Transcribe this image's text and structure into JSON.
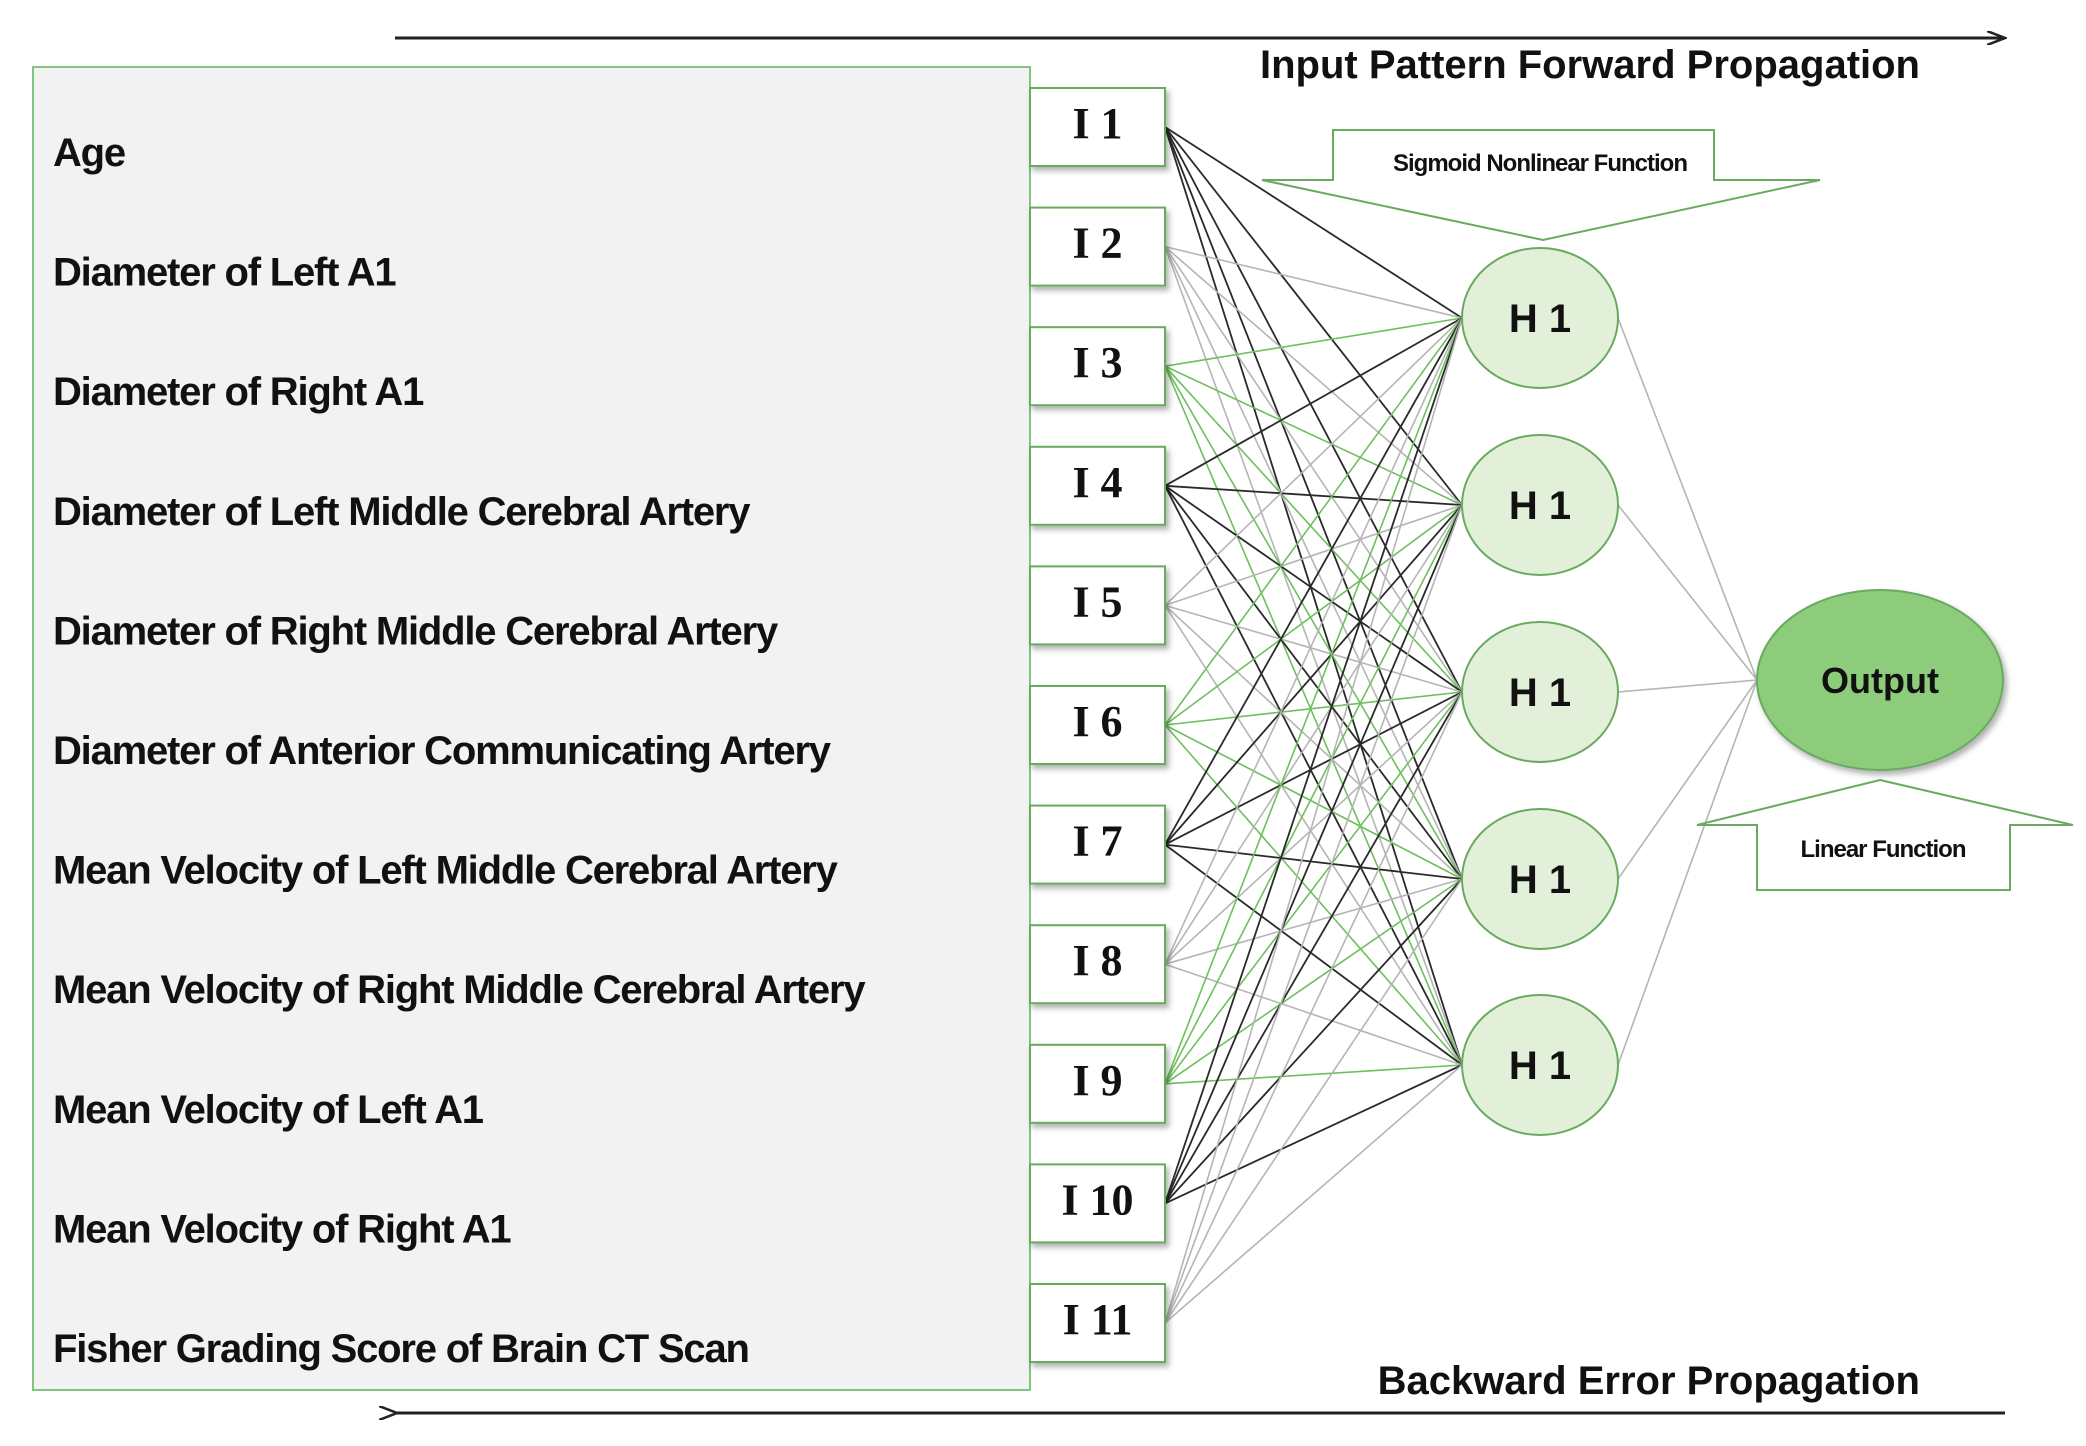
{
  "top_arrow_label": "Input Pattern Forward Propagation",
  "bottom_arrow_label": "Backward Error Propagation",
  "hidden_activation_label": "Sigmoid Nonlinear Function",
  "output_activation_label": "Linear Function",
  "inputs": [
    {
      "feature": "Age",
      "node": "I 1"
    },
    {
      "feature": "Diameter of Left A1",
      "node": "I 2"
    },
    {
      "feature": "Diameter of Right A1",
      "node": "I 3"
    },
    {
      "feature": "Diameter of Left Middle Cerebral Artery",
      "node": "I 4"
    },
    {
      "feature": "Diameter of Right Middle Cerebral Artery",
      "node": "I 5"
    },
    {
      "feature": "Diameter of Anterior Communicating Artery",
      "node": "I 6"
    },
    {
      "feature": "Mean Velocity of Left Middle Cerebral Artery",
      "node": "I 7"
    },
    {
      "feature": "Mean Velocity of Right Middle Cerebral Artery",
      "node": "I 8"
    },
    {
      "feature": "Mean Velocity of Left A1",
      "node": "I 9"
    },
    {
      "feature": "Mean Velocity of Right A1",
      "node": "I 10"
    },
    {
      "feature": "Fisher Grading Score of Brain CT Scan",
      "node": "I 11"
    }
  ],
  "hidden_nodes": [
    "H 1",
    "H 1",
    "H 1",
    "H 1",
    "H 1"
  ],
  "output_node": "Output",
  "colors": {
    "panel_fill": "#f2f2f2",
    "panel_border": "#7fc47f",
    "node_fill": "#e2f0d9",
    "node_border": "#6aaa5e",
    "output_fill": "#8ccc7a",
    "edge_dark": "#2a2a2a",
    "edge_green": "#6fbf5f",
    "edge_grey": "#b5b5b5",
    "text": "#111111"
  }
}
